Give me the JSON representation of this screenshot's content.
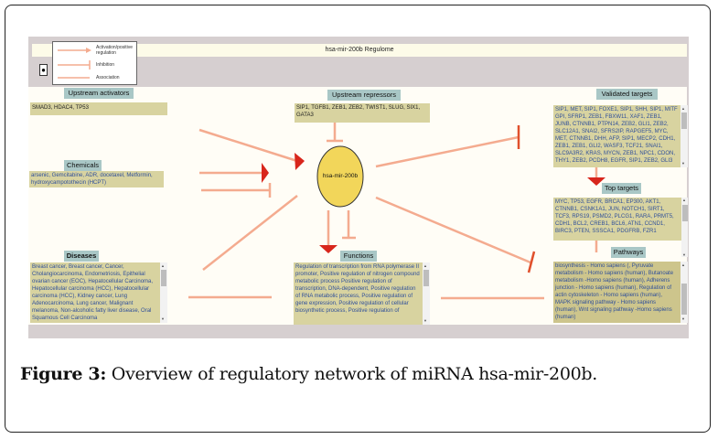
{
  "window": {
    "title": "hsa-mir-200b Regulome"
  },
  "legend": {
    "activation": "Activation/positive regulation",
    "inhibition": "Inhibition",
    "association": "Association"
  },
  "center_node": "hsa-mir-200b",
  "sections": {
    "upstream_activators": {
      "label": "Upstream activators",
      "text": "SMAD3, HDAC4, TP53"
    },
    "chemicals": {
      "label": "Chemicals",
      "text": "arsenic, Gemcitabine, ADR, docetaxel, Metformin, hydroxycampotothecin (HCPT)"
    },
    "diseases": {
      "label": "Diseases",
      "text": "Breast cancer, Breast cancer, Cancer, Cholangiocarcinoma, Endometriosis, Epithelial ovarian cancer (EOC), Hepatocellular Carcinoma, Hepatocellular carcinoma (HCC), Hepatocellular carcinoma (HCC), Kidney cancer, Lung Adenocarcinoma, Lung cancer, Malignant melanoma, Non-alcoholic fatty liver disease, Oral Squamous Cell Carcinoma"
    },
    "upstream_repressors": {
      "label": "Upstream repressors",
      "text": "SIP1, TGFB1, ZEB1, ZEB2, TWIST1, SLUG, SIX1, GATA3"
    },
    "functions": {
      "label": "Functions",
      "text": "Regulation of transcription from RNA polymerase II promoter, Positive regulation of nitrogen compound metabolic process Positive regulation of transcription, DNA-dependent, Positive regulation of RNA metabolic process, Positive regulation of gene expression, Positive regulation of cellular biosynthetic process, Positive regulation of"
    },
    "validated_targets": {
      "label": "Validated targets",
      "text": "SIP1, MET, SIP1, FOXE1, SIP1, SHH, SIP1, MITF GPI, SFRP1, ZEB1, FBXW11, XAF1, ZEB1, JUNB, CTNNB1, PTPN14, ZEB2, GLI1, ZEB2, SLC12A1, SNAI2, SFRS2IP, RAPGEF5, MYC, MET, CTNNB1, DHH, AFP, SIP1, MECP2, CDH1, ZEB1, ZEB1, GLI2, WASF3, TCF21, SNAI1, SLC9A3R2, KRAS, MYCN, ZEB1, NPC1, CDON, THY1, ZEB2, PCDH8, EGFR, SIP1, ZEB2, GLI3"
    },
    "top_targets": {
      "label": "Top targets",
      "text": "MYC, TP53, EGFR, BRCA1, EP300, AKT1, CTNNB1, CSNK1A1, JUN, NOTCH1, SIRT1, TCF3, RPS19, PSMD2, PLCG1, RARA, PRMT5, CDH1, BCL2, CREB1, BCL6, ATN1, CCND1, BIRC3, PTEN, SSSCA1, PDGFRB, FZR1"
    },
    "pathways": {
      "label": "Pathways",
      "text": "biosynthesis - Homo sapiens (, Pyruvate metabolism - Homo sapiens (human), Butanoate metabolism -Homo sapiens (human), Adherens junction - Homo sapiens (human), Regulation of actin cytoskeleton - Homo sapiens (human), MAPK signaling pathway - Homo sapiens (human), Wnt signaling pathway -Homo sapiens (human)"
    }
  },
  "caption": {
    "label": "Figure 3:",
    "text": " Overview of regulatory network of miRNA hsa-mir-200b."
  },
  "colors": {
    "edge": "#f4ab8f",
    "arrowhead": "#d8261c",
    "node": "#f2d65a",
    "label_bg": "#a9c7c6",
    "box_bg": "#d8d3a0"
  }
}
